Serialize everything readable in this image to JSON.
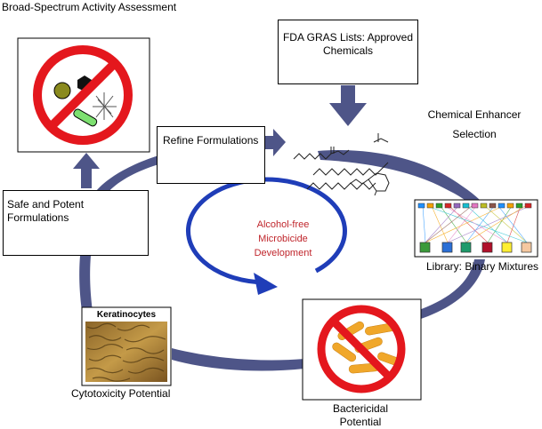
{
  "diagram": {
    "title": "Broad-Spectrum Activity Assessment",
    "center_label": "Alcohol-free Microbicide Development",
    "nodes": {
      "fda_gras": "FDA GRAS Lists: Approved Chemicals",
      "chemical_enhancer": "Chemical Enhancer Selection",
      "library": "Library: Binary Mixtures",
      "bactericidal": "Bactericidal Potential",
      "keratinocytes_title": "Keratinocytes",
      "cytotoxicity": "Cytotoxicity Potential",
      "safe_potent": "Safe and Potent Formulations",
      "refine": "Refine Formulations"
    },
    "colors": {
      "cycle_arrow": "#4e5588",
      "center_ring": "#1f3db8",
      "prohibit": "#e4171d",
      "center_text": "#b0202a",
      "bacteria_rods": "#f0a72a",
      "microbe_sphere": "#8a8a1e",
      "microbe_rod": "#7de070",
      "keratinocyte_tissue": "#b88a3a"
    },
    "icons": [
      "prohibition-sign",
      "chemical-structures",
      "network-graph",
      "cell-micrograph"
    ]
  }
}
